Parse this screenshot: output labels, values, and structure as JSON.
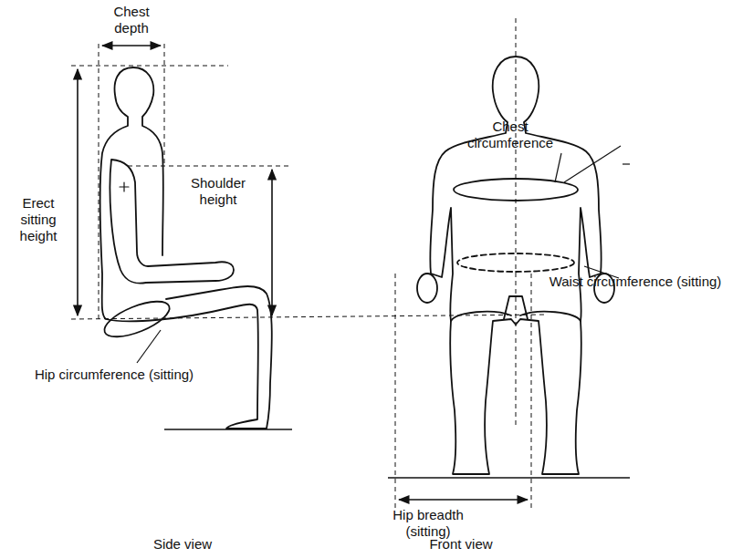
{
  "diagram": {
    "labels": [
      "Chest depth",
      "Erect sitting height",
      "Shoulder height",
      "Hip circumference (sitting)",
      "Chest circumference",
      "Waist circumference (sitting)",
      "Hip breadth (sitting)",
      "Side view",
      "Front view"
    ]
  }
}
